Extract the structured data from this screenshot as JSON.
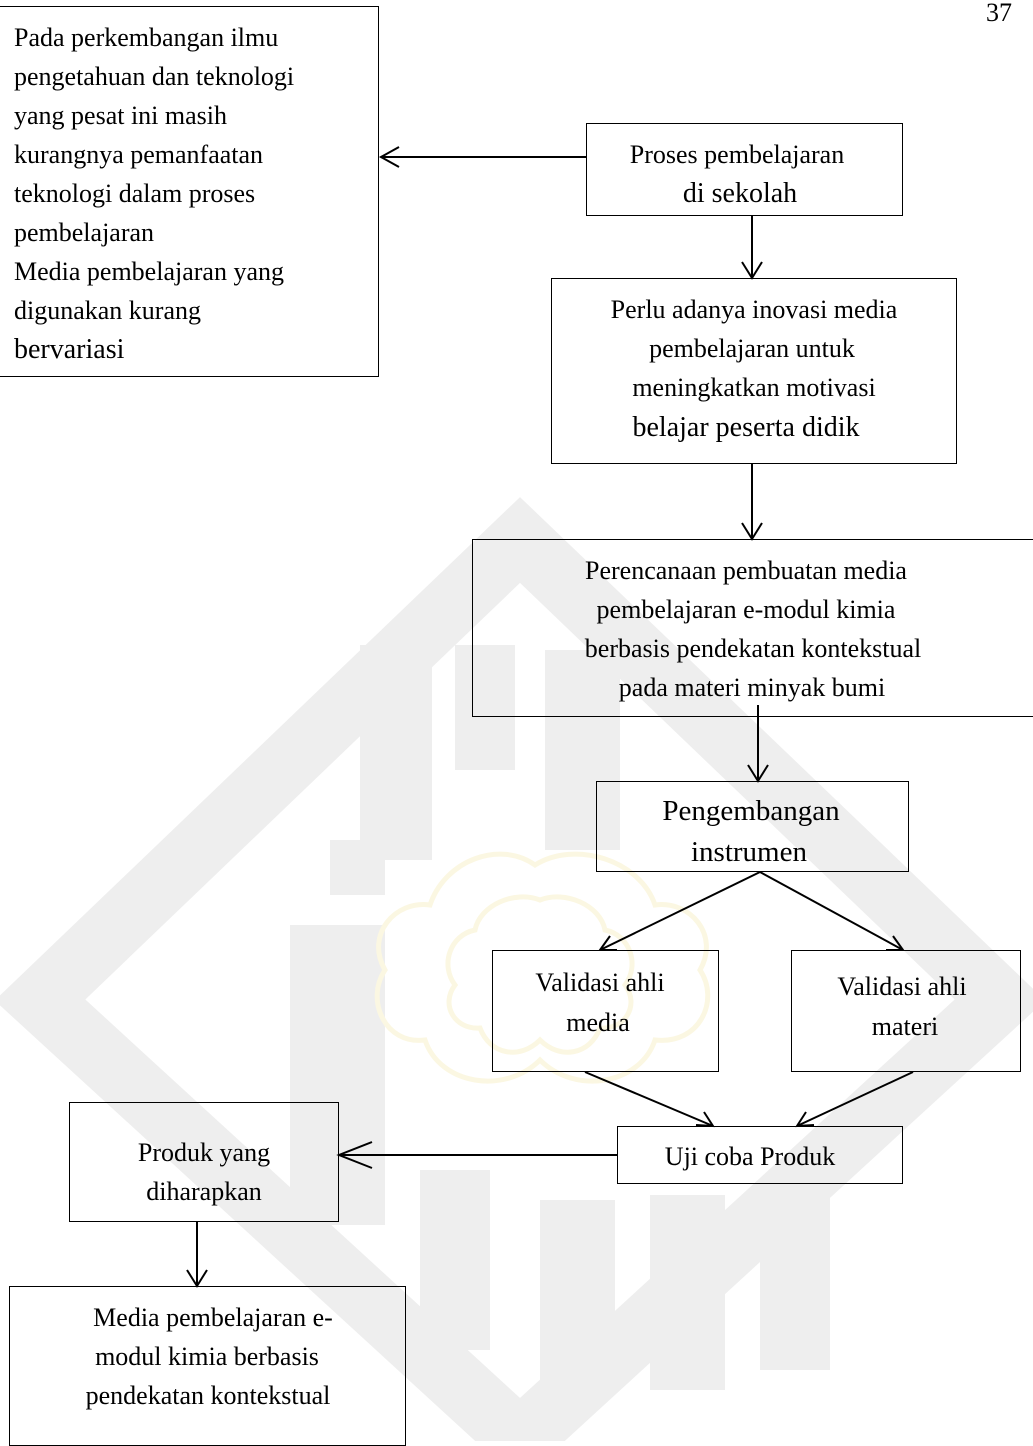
{
  "page_number": "37",
  "boxes": {
    "problem": {
      "lines": [
        "Pada perkembangan ilmu",
        "pengetahuan dan teknologi",
        "yang pesat ini masih",
        "kurangnya pemanfaatan",
        "teknologi dalam proses",
        "pembelajaran",
        "Media pembelajaran yang",
        "digunakan kurang",
        "bervariasi"
      ]
    },
    "process": {
      "lines": [
        "Proses pembelajaran",
        "di sekolah"
      ]
    },
    "innovation": {
      "lines": [
        "Perlu adanya inovasi media",
        "pembelajaran  untuk",
        "meningkatkan  motivasi",
        "belajar  peserta didik"
      ]
    },
    "planning": {
      "lines": [
        "Perencanaan pembuatan media",
        "pembelajaran  e-modul kimia",
        "berbasis  pendekatan kontekstual",
        "pada  materi minyak bumi"
      ]
    },
    "instrument": {
      "lines": [
        "Pengembangan",
        "instrumen"
      ]
    },
    "media_validation": {
      "lines": [
        "Validasi ahli",
        "media"
      ]
    },
    "material_validation": {
      "lines": [
        "Validasi ahli",
        "materi"
      ]
    },
    "trial": {
      "lines": [
        "Uji  coba Produk"
      ]
    },
    "expected": {
      "lines": [
        "Produk yang",
        "diharapkan"
      ]
    },
    "final": {
      "lines": [
        "Media  pembelajaran e-",
        "modul kimia berbasis",
        "pendekatan kontekstual"
      ]
    }
  },
  "colors": {
    "line": "#000000",
    "watermark_gray": "#eeeeee",
    "watermark_gold": "#fbf7e2"
  }
}
